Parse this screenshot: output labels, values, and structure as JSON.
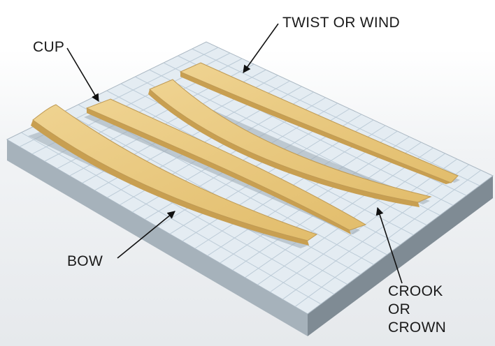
{
  "labels": {
    "twist": "TWIST OR WIND",
    "cup": "CUP",
    "bow": "BOW",
    "crook": [
      "CROOK",
      "OR",
      "CROWN"
    ]
  },
  "colors": {
    "board_wood": "#e8c77e",
    "board_edge": "#c9a257",
    "table_top": "#e4ecf2",
    "grid_line": "#b9c9d6",
    "table_side": "#9aa7b0",
    "arrow": "#111111"
  }
}
